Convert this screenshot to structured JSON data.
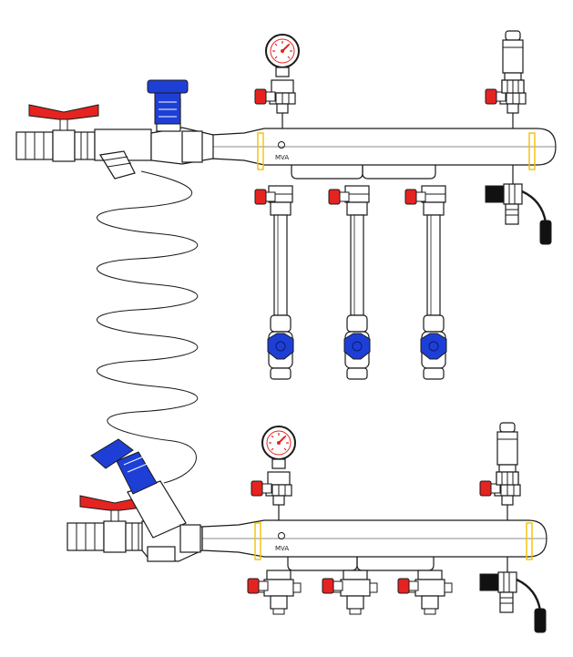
{
  "brand_mark": "MVA",
  "colors": {
    "outline": "#1a1a1a",
    "red": "#e52421",
    "blue": "#1e3fd6",
    "yellow": "#f2c200",
    "black": "#111111",
    "white": "#ffffff"
  },
  "upper_manifold": {
    "gauge": true,
    "air_vent": true,
    "outlets": 3,
    "outlet_type": "pipe-with-blue-valve"
  },
  "lower_manifold": {
    "gauge": true,
    "air_vent": true,
    "outlets": 3,
    "outlet_type": "short-fitting"
  }
}
